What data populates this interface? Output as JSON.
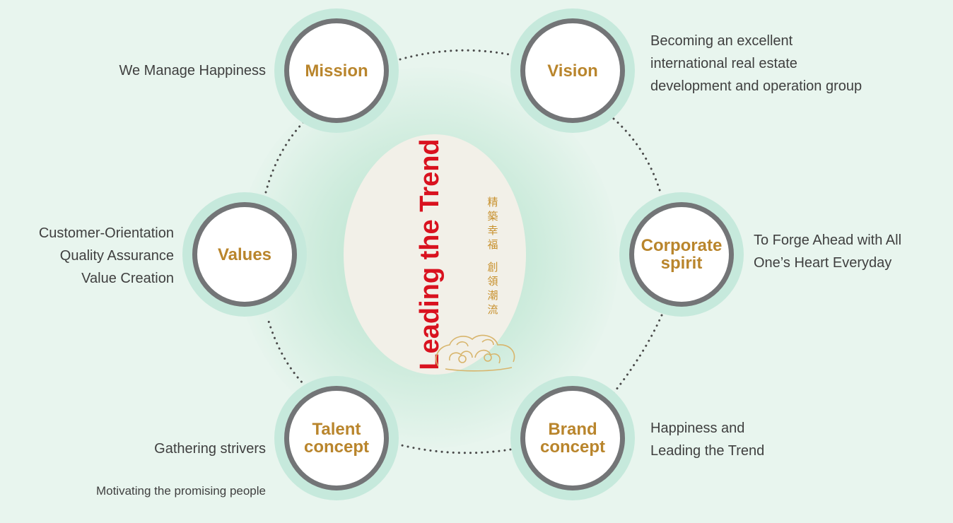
{
  "center": {
    "slogan": "Leading\nthe Trend",
    "chinese_col_1": "精築幸福",
    "chinese_col_2": "創領潮流"
  },
  "nodes": {
    "mission": {
      "label": "Mission",
      "description": "We Manage Happiness"
    },
    "vision": {
      "label": "Vision",
      "description": "Becoming an excellent\ninternational real estate\ndevelopment and operation group"
    },
    "values": {
      "label": "Values",
      "description": "Customer-Orientation\nQuality Assurance\nValue Creation"
    },
    "corporate_spirit": {
      "label": "Corporate\nspirit",
      "description": "To Forge Ahead with All\nOne’s Heart Everyday"
    },
    "talent_concept": {
      "label": "Talent\nconcept",
      "description_line1": "Gathering strivers",
      "description_line2": "Motivating the promising people"
    },
    "brand_concept": {
      "label": "Brand\nconcept",
      "description": "Happiness and\nLeading the Trend"
    }
  },
  "colors": {
    "background": "#e8f5ee",
    "node_halo": "#c6e9dc",
    "node_border": "#737577",
    "label_gold": "#b9852c",
    "slogan_red": "#d9121f",
    "text_gray": "#3f3f3f"
  }
}
